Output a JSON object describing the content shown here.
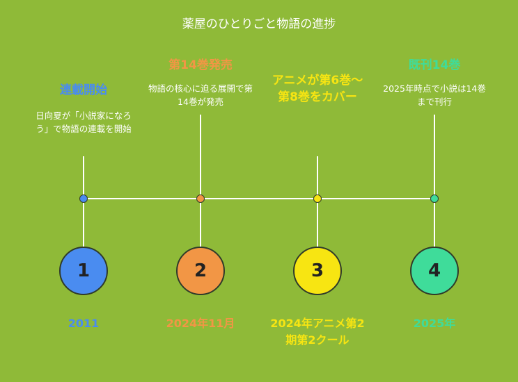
{
  "title": "薬屋のひとりごと物語の進捗",
  "milestones": [
    {
      "number": "1",
      "heading": "連載開始",
      "description": "日向夏が「小説家になろう」で物語の連載を開始",
      "date": "2011",
      "color": "#4a8cf0"
    },
    {
      "number": "2",
      "heading": "第14巻発売",
      "description": "物語の核心に迫る展開で第14巻が発売",
      "date": "2024年11月",
      "color": "#f29645"
    },
    {
      "number": "3",
      "heading": "アニメが第6巻〜第8巻をカバー",
      "description": "",
      "date": "2024年アニメ第2期第2クール",
      "color": "#f7e512"
    },
    {
      "number": "4",
      "heading": "既刊14巻",
      "description": "2025年時点で小説は14巻まで刊行",
      "date": "2025年",
      "color": "#3fdc9a"
    }
  ]
}
